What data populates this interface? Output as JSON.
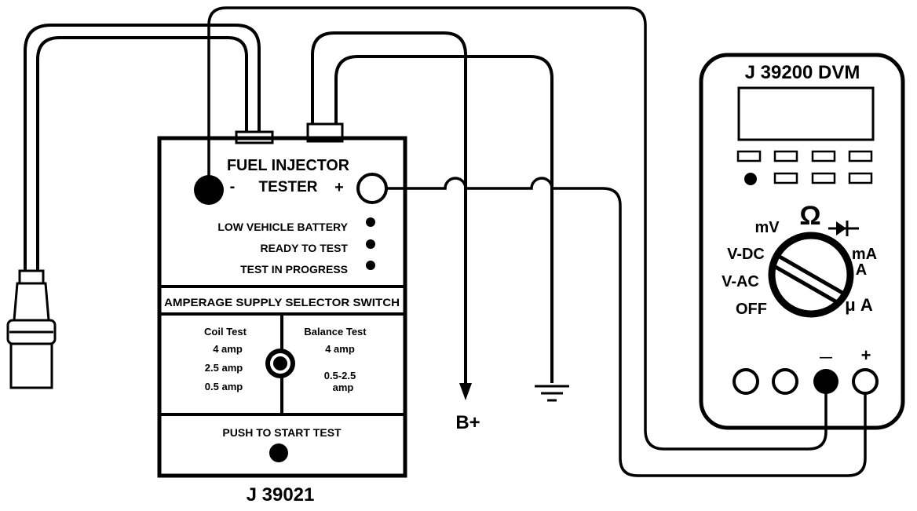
{
  "tester": {
    "title_line1": "FUEL INJECTOR",
    "title_line2": "TESTER",
    "minus": "-",
    "plus": "+",
    "indicators": [
      "LOW VEHICLE BATTERY",
      "READY TO TEST",
      "TEST IN PROGRESS"
    ],
    "selector_header": "AMPERAGE SUPPLY SELECTOR SWITCH",
    "coil_test": {
      "title": "Coil Test",
      "options": [
        "4 amp",
        "2.5 amp",
        "0.5 amp"
      ]
    },
    "balance_test": {
      "title": "Balance Test",
      "options": [
        "4 amp",
        "0.5-2.5",
        "amp"
      ]
    },
    "push_label": "PUSH TO START TEST",
    "model": "J 39021"
  },
  "dvm": {
    "title": "J 39200 DVM",
    "dial": {
      "mv": "mV",
      "ohm": "Ω",
      "vdc": "V-DC",
      "vac": "V-AC",
      "off": "OFF",
      "ma": "mA",
      "a": "A",
      "ua": "μ A"
    },
    "jack_minus": "—",
    "jack_plus": "+"
  },
  "circuit": {
    "battery_label": "B+"
  }
}
